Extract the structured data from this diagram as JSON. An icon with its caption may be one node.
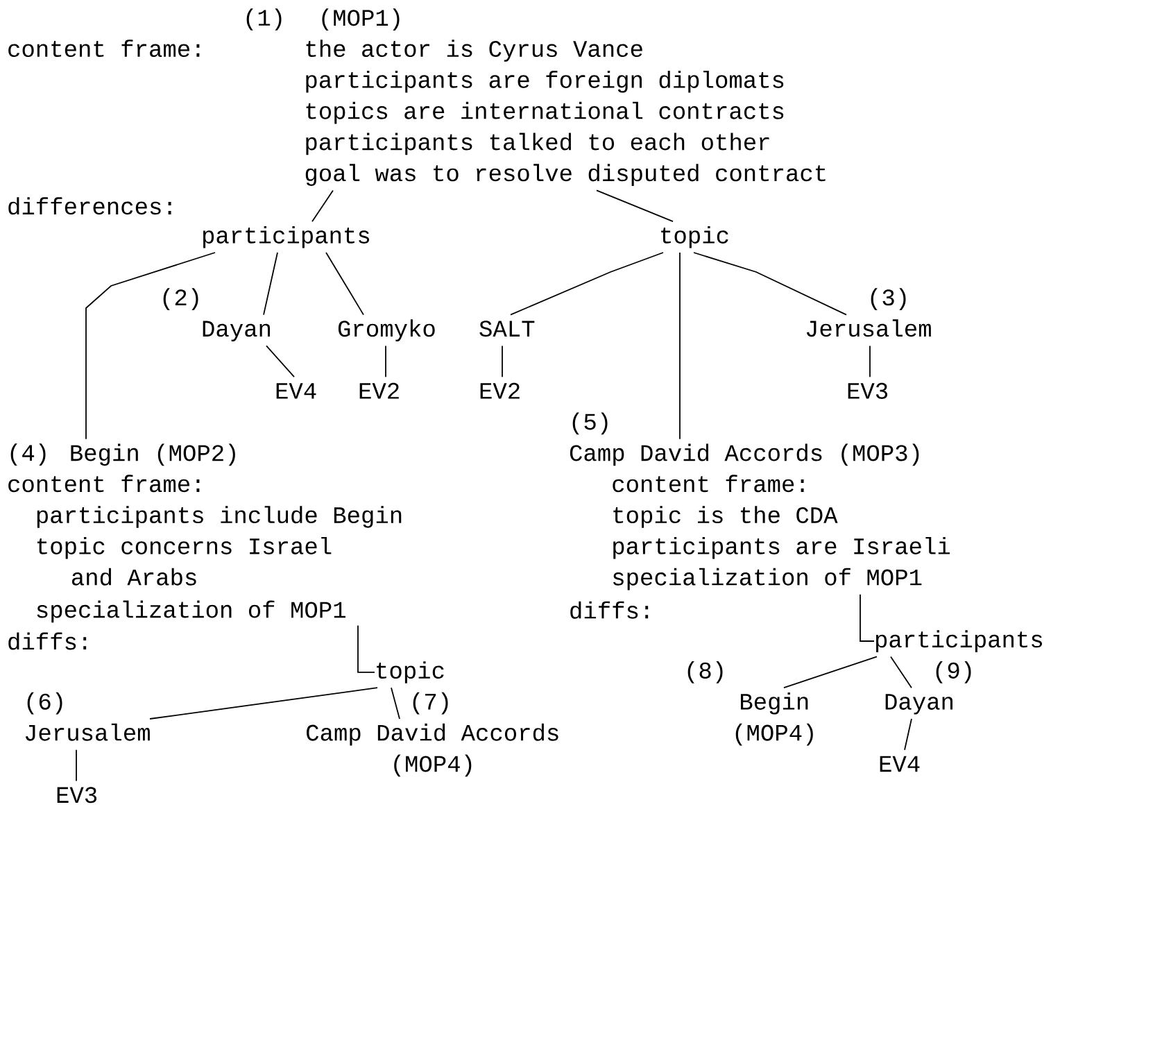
{
  "diagram": {
    "nodes": [
      {
        "text": [
          "(MOP1)",
          "content frame:",
          "the actor is Cyrus Vance",
          "participants are foreign diplomats",
          "topics are international contracts",
          "participants talked to each other",
          "goal was to resolve disputed contract"
        ],
        "beside": [
          "(1)"
        ]
      },
      {
        "text": [
          "participants"
        ]
      },
      {
        "text": [
          "topic"
        ]
      },
      {
        "text": [
          "Dayan"
        ],
        "beside": [
          "(2)"
        ]
      },
      {
        "text": [
          "Gromyko"
        ]
      },
      {
        "text": [
          "SALT"
        ]
      },
      {
        "text": [
          "Jerusalem"
        ],
        "beside": [
          "(3)"
        ]
      },
      {
        "text": [
          "EV4"
        ]
      },
      {
        "text": [
          "EV2"
        ]
      },
      {
        "text": [
          "EV2"
        ]
      },
      {
        "text": [
          "EV3"
        ]
      },
      {
        "text": [
          "Begin (MOP2)",
          "content frame:",
          "participants include Begin",
          "topic concerns Israel and Arabs",
          "specialization of MOP1"
        ],
        "beside": [
          "(4)"
        ]
      },
      {
        "text": [
          "Camp David Accords (MOP3)",
          "content frame:",
          "topic is the CDA",
          "participants are Israeli",
          "specialization of MOP1"
        ],
        "beside": [
          "(5)"
        ]
      },
      {
        "text": [
          "topic"
        ]
      },
      {
        "text": [
          "Jerusalem"
        ],
        "beside": [
          "(6)"
        ]
      },
      {
        "text": [
          "Camp David Accords (MOP4)"
        ],
        "beside": [
          "(7)"
        ]
      },
      {
        "text": [
          "EV3"
        ]
      },
      {
        "text": [
          "participants"
        ]
      },
      {
        "text": [
          "Begin (MOP4)"
        ],
        "beside": [
          "(8)"
        ]
      },
      {
        "text": [
          "Dayan"
        ],
        "beside": [
          "(9)"
        ]
      },
      {
        "text": [
          "EV4"
        ]
      }
    ],
    "edges": [
      {
        "from": 0,
        "to": 1,
        "arrow": "none"
      },
      {
        "from": 0,
        "to": 2,
        "arrow": "none"
      },
      {
        "from": 1,
        "to": 11,
        "arrow": "none"
      },
      {
        "from": 1,
        "to": 3,
        "arrow": "none"
      },
      {
        "from": 1,
        "to": 4,
        "arrow": "none"
      },
      {
        "from": 2,
        "to": 5,
        "arrow": "none"
      },
      {
        "from": 2,
        "to": 12,
        "arrow": "none"
      },
      {
        "from": 2,
        "to": 6,
        "arrow": "none"
      },
      {
        "from": 3,
        "to": 7,
        "arrow": "none"
      },
      {
        "from": 4,
        "to": 8,
        "arrow": "none"
      },
      {
        "from": 5,
        "to": 9,
        "arrow": "none"
      },
      {
        "from": 6,
        "to": 10,
        "arrow": "none"
      },
      {
        "from": 11,
        "to": 13,
        "arrow": "none"
      },
      {
        "from": 13,
        "to": 14,
        "arrow": "none"
      },
      {
        "from": 13,
        "to": 15,
        "arrow": "none"
      },
      {
        "from": 14,
        "to": 16,
        "arrow": "none"
      },
      {
        "from": 12,
        "to": 17,
        "arrow": "none"
      },
      {
        "from": 17,
        "to": 18,
        "arrow": "none"
      },
      {
        "from": 17,
        "to": 19,
        "arrow": "none"
      },
      {
        "from": 19,
        "to": 20,
        "arrow": "none"
      }
    ],
    "labels": [
      "differences:",
      "diffs:",
      "diffs:"
    ]
  }
}
